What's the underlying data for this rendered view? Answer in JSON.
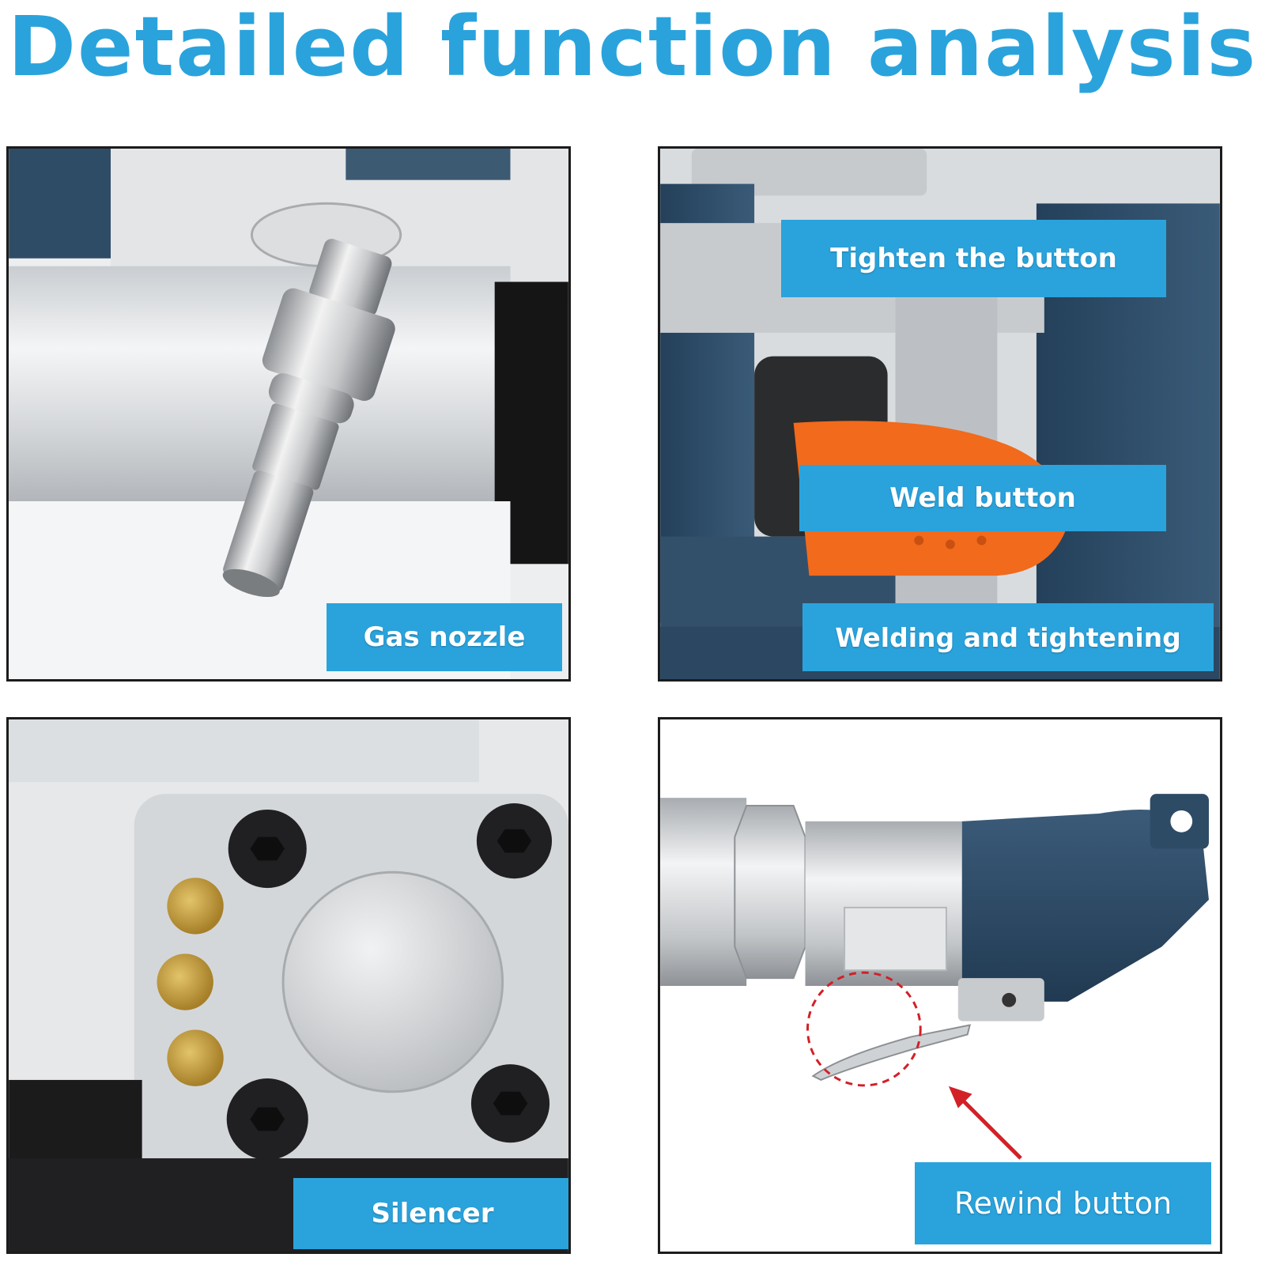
{
  "page": {
    "title": "Detailed function analysis"
  },
  "panels": {
    "gas_nozzle": {
      "label": "Gas nozzle"
    },
    "weld": {
      "labels": [
        "Tighten the button",
        "Weld button",
        "Welding and tightening"
      ]
    },
    "silencer": {
      "label": "Silencer"
    },
    "rewind": {
      "label": "Rewind button"
    }
  },
  "colors": {
    "accent_blue": "#2aa3dc",
    "tool_navy": "#2d4a63",
    "lever_orange": "#f26a1b",
    "bronze_filter": "#c9a23e",
    "highlight_red": "#d32027"
  },
  "icons": {
    "callout_arrow": "red-arrow-icon",
    "callout_circle": "dashed-circle-icon"
  }
}
